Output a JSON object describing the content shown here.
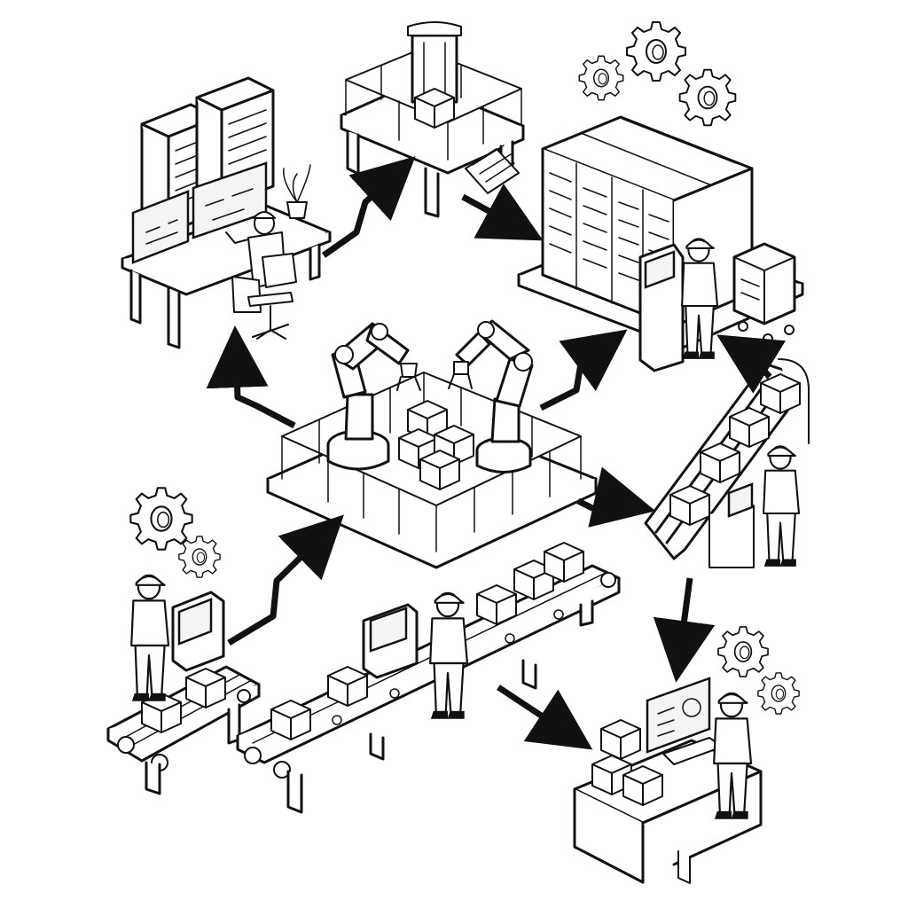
{
  "diagram": {
    "style": "isometric line art, black on white",
    "nodes": [
      {
        "id": "control-workstation",
        "icon": "operator-at-computer-desk"
      },
      {
        "id": "inspection-platform",
        "icon": "elevated-platform-with-box"
      },
      {
        "id": "server-room",
        "icon": "server-racks-with-operator"
      },
      {
        "id": "robotic-assembly-cell",
        "icon": "twin-robot-arms-on-platform"
      },
      {
        "id": "incline-conveyor",
        "icon": "inclined-conveyor-with-operator"
      },
      {
        "id": "input-conveyor",
        "icon": "short-conveyor-with-operator"
      },
      {
        "id": "main-conveyor",
        "icon": "long-conveyor-with-operator"
      },
      {
        "id": "quality-check-desk",
        "icon": "desk-with-monitor-and-boxes"
      }
    ],
    "edges": [
      {
        "from": "input-conveyor",
        "to": "robotic-assembly-cell"
      },
      {
        "from": "robotic-assembly-cell",
        "to": "control-workstation"
      },
      {
        "from": "control-workstation",
        "to": "inspection-platform"
      },
      {
        "from": "inspection-platform",
        "to": "server-room"
      },
      {
        "from": "robotic-assembly-cell",
        "to": "server-room"
      },
      {
        "from": "incline-conveyor",
        "to": "server-room"
      },
      {
        "from": "robotic-assembly-cell",
        "to": "incline-conveyor"
      },
      {
        "from": "incline-conveyor",
        "to": "quality-check-desk"
      },
      {
        "from": "main-conveyor",
        "to": "quality-check-desk"
      }
    ],
    "decorations": [
      "gear-cluster-top-right",
      "gear-cluster-left",
      "gear-cluster-bottom-right"
    ],
    "colors": {
      "line": "#111111",
      "background": "#ffffff"
    }
  }
}
